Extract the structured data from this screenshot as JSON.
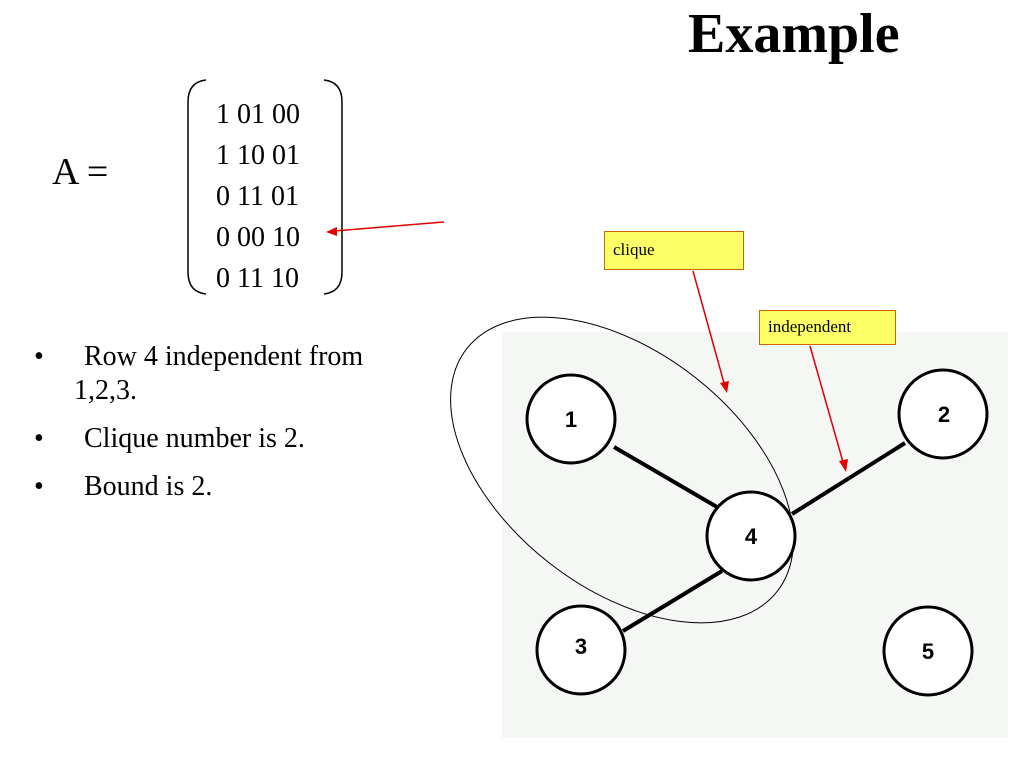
{
  "title": "Example",
  "matrix": {
    "label": "A =",
    "rows": [
      "1 01 00",
      "1 10 01",
      "0 11 01",
      "0 00 10",
      "0 11 10"
    ]
  },
  "bullets": [
    {
      "line1": "Row 4 independent from",
      "line2": "1,2,3."
    },
    {
      "line1": "Clique number is 2.",
      "line2": ""
    },
    {
      "line1": "Bound is 2.",
      "line2": ""
    }
  ],
  "callouts": {
    "clique": "clique",
    "independent": "independent"
  },
  "graph": {
    "nodes": [
      "1",
      "2",
      "3",
      "4",
      "5"
    ],
    "edges": [
      [
        "1",
        "4"
      ],
      [
        "4",
        "2"
      ],
      [
        "4",
        "3"
      ]
    ],
    "colors": {
      "panel": "#f5f7f5",
      "arrow": "#e00000",
      "callout_fill": "#ffff66",
      "callout_border": "#cc6600"
    }
  }
}
